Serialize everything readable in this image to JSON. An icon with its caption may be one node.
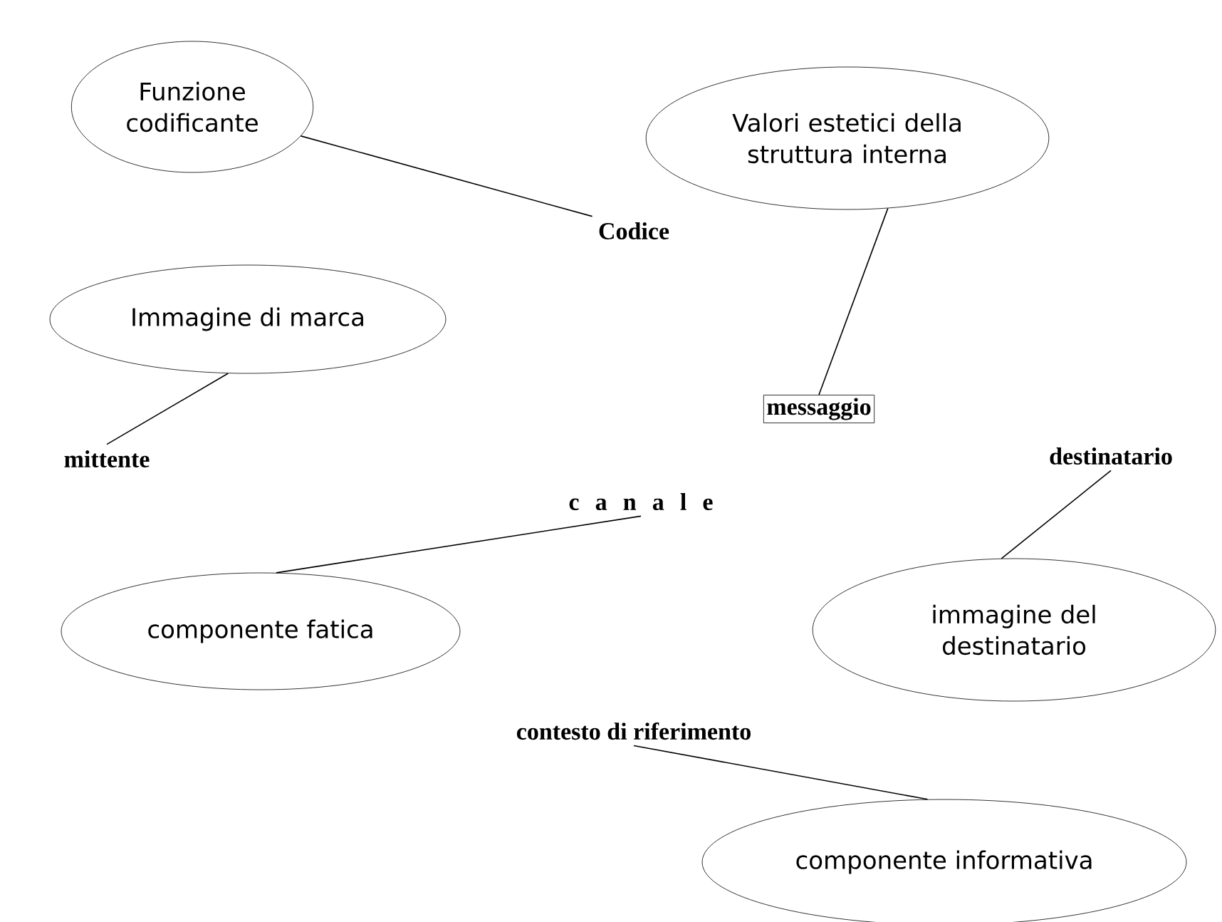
{
  "diagram": {
    "nodes": [
      {
        "text": [
          "Funzione codificante"
        ]
      },
      {
        "text": [
          "Codice"
        ]
      },
      {
        "text": [
          "Valori estetici della struttura interna"
        ]
      },
      {
        "text": [
          "Immagine di marca"
        ]
      },
      {
        "text": [
          "mittente"
        ]
      },
      {
        "text": [
          "messaggio"
        ]
      },
      {
        "text": [
          "destinatario"
        ]
      },
      {
        "text": [
          "c a n a l e"
        ]
      },
      {
        "text": [
          "componente fatica"
        ]
      },
      {
        "text": [
          "immagine del destinatario"
        ]
      },
      {
        "text": [
          "contesto di riferimento"
        ]
      },
      {
        "text": [
          "componente informativa"
        ]
      }
    ],
    "edges": [
      {
        "from": 0,
        "to": 1,
        "arrow": "none"
      },
      {
        "from": 2,
        "to": 5,
        "arrow": "none"
      },
      {
        "from": 3,
        "to": 4,
        "arrow": "none"
      },
      {
        "from": 7,
        "to": 8,
        "arrow": "none"
      },
      {
        "from": 6,
        "to": 9,
        "arrow": "none"
      },
      {
        "from": 10,
        "to": 11,
        "arrow": "none"
      }
    ]
  }
}
